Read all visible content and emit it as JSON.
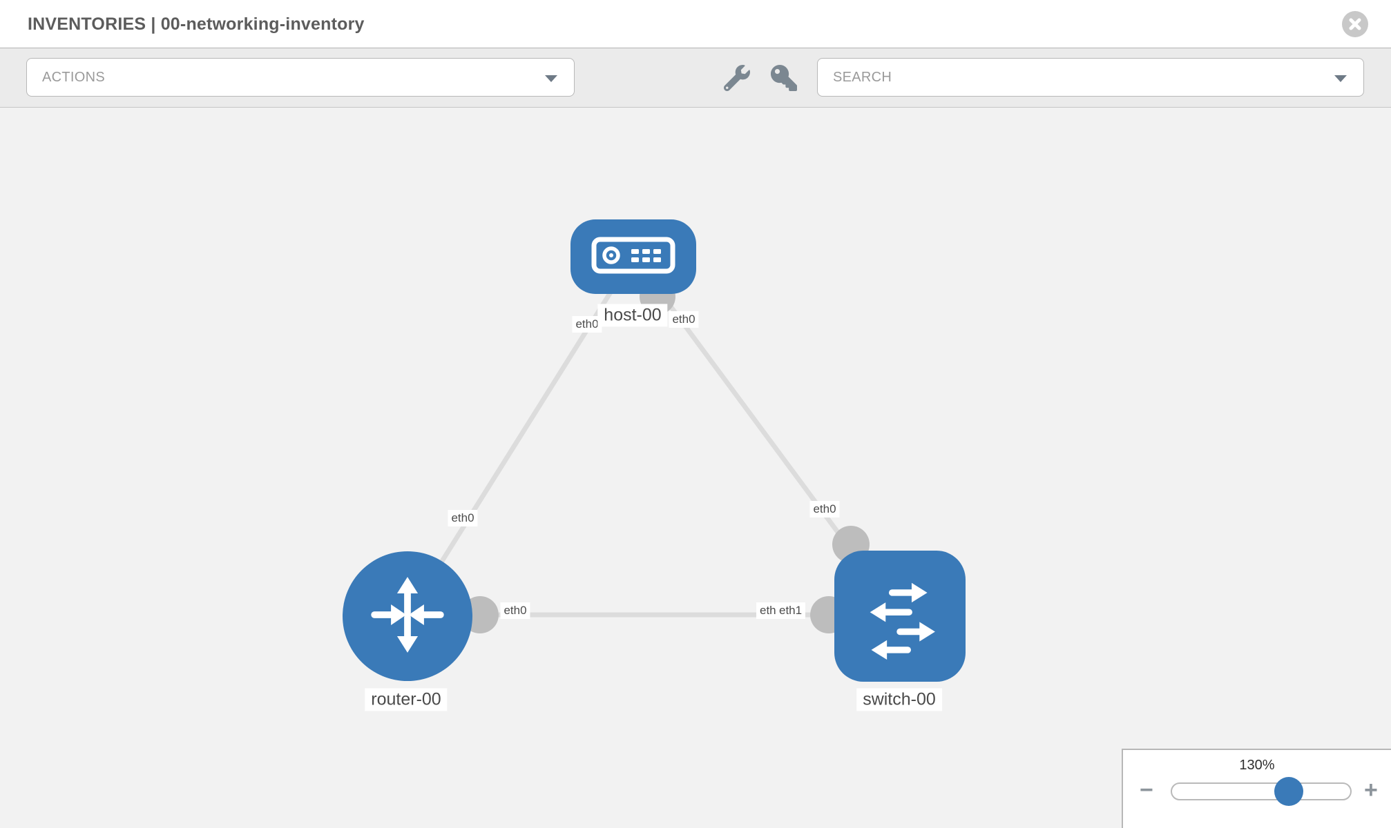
{
  "header": {
    "title": "INVENTORIES | 00-networking-inventory"
  },
  "toolbar": {
    "actions_placeholder": "ACTIONS",
    "search_placeholder": "SEARCH"
  },
  "colors": {
    "node_blue": "#3a7ab8",
    "link_gray": "#dcdcdc",
    "connector_gray": "#bdbdbd",
    "toolbar_bg": "#ebebeb",
    "canvas_bg": "#f2f2f2"
  },
  "topology": {
    "nodes": [
      {
        "id": "host-00",
        "type": "host",
        "label": "host-00"
      },
      {
        "id": "router-00",
        "type": "router",
        "label": "router-00"
      },
      {
        "id": "switch-00",
        "type": "switch",
        "label": "switch-00"
      }
    ],
    "links": [
      {
        "from": "router-00",
        "to": "host-00",
        "from_interface": "eth0",
        "to_interface": "eth0"
      },
      {
        "from": "host-00",
        "to": "switch-00",
        "from_interface": "eth0",
        "to_interface": "eth0"
      },
      {
        "from": "router-00",
        "to": "switch-00",
        "from_interface": "eth0",
        "to_interface": "eth1"
      }
    ]
  },
  "zoom_control": {
    "percent_label": "130%",
    "minus_label": "−",
    "plus_label": "+"
  }
}
